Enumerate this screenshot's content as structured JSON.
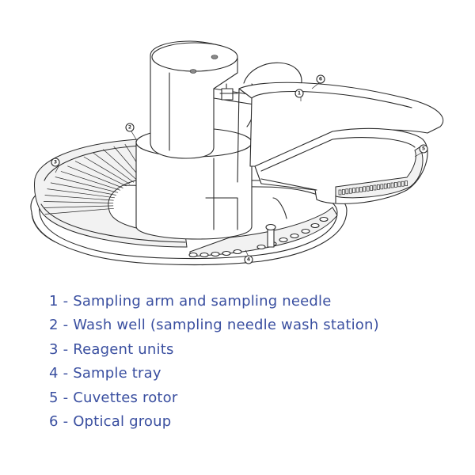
{
  "callouts": [
    {
      "number": "6"
    },
    {
      "number": "1"
    },
    {
      "number": "2"
    },
    {
      "number": "3"
    },
    {
      "number": "5"
    },
    {
      "number": "4"
    }
  ],
  "legend": [
    {
      "text": "1 - Sampling arm and sampling needle"
    },
    {
      "text": "2 - Wash well (sampling needle wash station)"
    },
    {
      "text": "3 - Reagent units"
    },
    {
      "text": "4 - Sample tray"
    },
    {
      "text": "5 - Cuvettes rotor"
    },
    {
      "text": "6 - Optical group"
    }
  ]
}
